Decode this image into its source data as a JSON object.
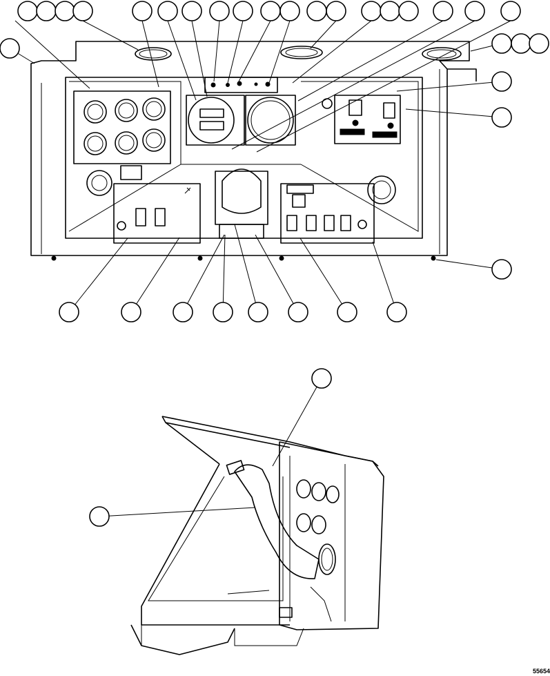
{
  "figure": {
    "id": "55654"
  },
  "views": [
    "front-panel-view",
    "side-cutaway-view"
  ]
}
